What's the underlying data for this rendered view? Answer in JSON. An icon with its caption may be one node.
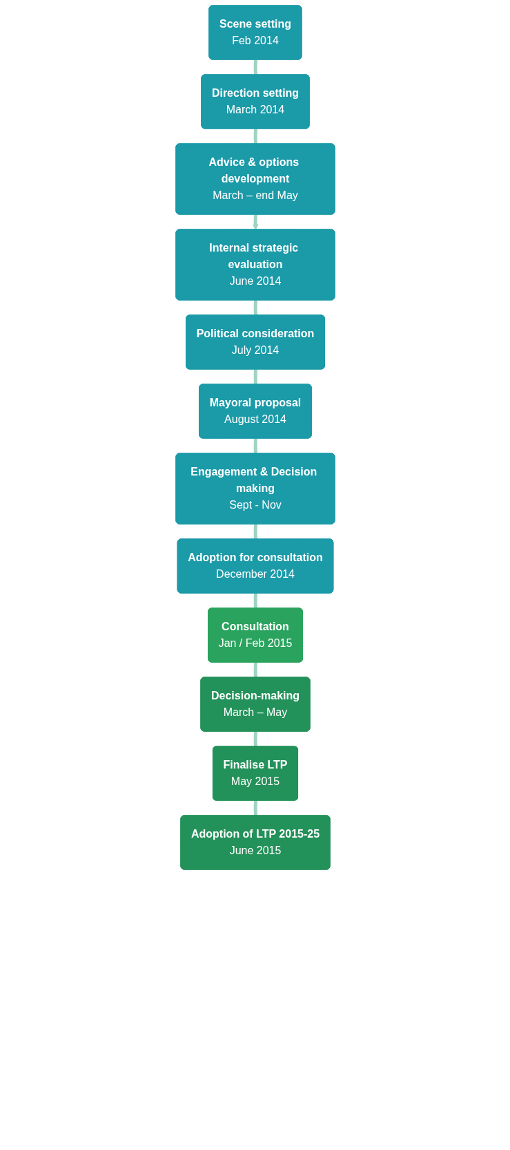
{
  "diagram": {
    "nodes": [
      {
        "text": [
          "Scene setting",
          "Feb 2014"
        ]
      },
      {
        "text": [
          "Direction setting",
          "March 2014"
        ]
      },
      {
        "text": [
          "Advice & options development",
          "March – end May"
        ]
      },
      {
        "text": [
          "Internal strategic evaluation",
          "June 2014"
        ]
      },
      {
        "text": [
          "Political consideration",
          "July 2014"
        ]
      },
      {
        "text": [
          "Mayoral proposal",
          "August 2014"
        ]
      },
      {
        "text": [
          "Engagement & Decision making",
          "Sept - Nov"
        ]
      },
      {
        "text": [
          "Adoption for consultation",
          "December 2014"
        ]
      },
      {
        "text": [
          "Consultation",
          "Jan / Feb 2015"
        ]
      },
      {
        "text": [
          "Decision-making",
          "March – May"
        ]
      },
      {
        "text": [
          "Finalise LTP",
          "May 2015"
        ]
      },
      {
        "text": [
          "Adoption of LTP 2015-25",
          "June 2015"
        ]
      }
    ],
    "edges": [
      {
        "from": 0,
        "to": 1,
        "arrow": "none"
      },
      {
        "from": 1,
        "to": 2,
        "arrow": "none"
      },
      {
        "from": 2,
        "to": 3,
        "arrow": "to"
      },
      {
        "from": 3,
        "to": 4,
        "arrow": "none"
      },
      {
        "from": 4,
        "to": 5,
        "arrow": "none"
      },
      {
        "from": 5,
        "to": 6,
        "arrow": "none"
      },
      {
        "from": 6,
        "to": 7,
        "arrow": "none"
      },
      {
        "from": 7,
        "to": 8,
        "arrow": "none"
      },
      {
        "from": 8,
        "to": 9,
        "arrow": "none"
      },
      {
        "from": 9,
        "to": 10,
        "arrow": "none"
      },
      {
        "from": 10,
        "to": 11,
        "arrow": "none"
      }
    ]
  }
}
